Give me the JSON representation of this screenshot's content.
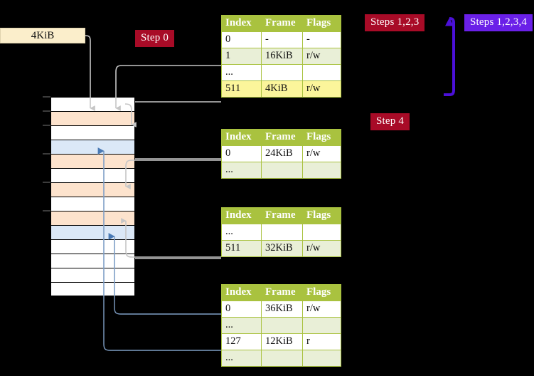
{
  "labels": {
    "size_box": "4KiB",
    "step0": "Step 0",
    "step4": "Step 4",
    "steps123": "Steps 1,2,3",
    "steps1234": "Steps 1,2,3,4"
  },
  "colors": {
    "background": "#000000",
    "table_header": "#a9c23f",
    "table_alt_row": "#e9efd7",
    "highlight": "#fbf59b",
    "badge_red": "#a80b27",
    "badge_purple": "#6a20e8",
    "cream_box": "#fbeecb",
    "memory_orange": "#fde3cd",
    "memory_blue": "#dbe8f7",
    "connector_gray": "#b3b3b3",
    "connector_blue": "#7f9fc6",
    "arrow_blue": "#4a7ab5",
    "arrow_purple": "#4b10d8"
  },
  "tables": [
    {
      "name": "pml4-table",
      "headers": [
        "Index",
        "Frame",
        "Flags"
      ],
      "rows": [
        {
          "cells": [
            "0",
            "-",
            "-"
          ],
          "alt": false,
          "highlight": false
        },
        {
          "cells": [
            "1",
            "16KiB",
            "r/w"
          ],
          "alt": true,
          "highlight": false
        },
        {
          "cells": [
            "...",
            "",
            ""
          ],
          "alt": false,
          "highlight": false
        },
        {
          "cells": [
            "511",
            "4KiB",
            "r/w"
          ],
          "alt": true,
          "highlight": true
        }
      ]
    },
    {
      "name": "pdp-table",
      "headers": [
        "Index",
        "Frame",
        "Flags"
      ],
      "rows": [
        {
          "cells": [
            "0",
            "24KiB",
            "r/w"
          ],
          "alt": false,
          "highlight": false
        },
        {
          "cells": [
            "...",
            "",
            ""
          ],
          "alt": true,
          "highlight": false
        }
      ]
    },
    {
      "name": "pd-table",
      "headers": [
        "Index",
        "Frame",
        "Flags"
      ],
      "rows": [
        {
          "cells": [
            "...",
            "",
            ""
          ],
          "alt": false,
          "highlight": false
        },
        {
          "cells": [
            "511",
            "32KiB",
            "r/w"
          ],
          "alt": true,
          "highlight": false
        }
      ]
    },
    {
      "name": "pt-table",
      "headers": [
        "Index",
        "Frame",
        "Flags"
      ],
      "rows": [
        {
          "cells": [
            "0",
            "36KiB",
            "r/w"
          ],
          "alt": false,
          "highlight": false
        },
        {
          "cells": [
            "...",
            "",
            ""
          ],
          "alt": true,
          "highlight": false
        },
        {
          "cells": [
            "127",
            "12KiB",
            "r"
          ],
          "alt": false,
          "highlight": false
        },
        {
          "cells": [
            "...",
            "",
            ""
          ],
          "alt": true,
          "highlight": false
        }
      ]
    }
  ],
  "memory": {
    "name": "physical-memory-column",
    "rows": [
      {
        "fill": "white"
      },
      {
        "fill": "orange"
      },
      {
        "fill": "white"
      },
      {
        "fill": "blue"
      },
      {
        "fill": "orange"
      },
      {
        "fill": "white"
      },
      {
        "fill": "orange"
      },
      {
        "fill": "white"
      },
      {
        "fill": "orange"
      },
      {
        "fill": "blue"
      },
      {
        "fill": "white"
      },
      {
        "fill": "white"
      },
      {
        "fill": "white"
      },
      {
        "fill": "white"
      }
    ]
  }
}
